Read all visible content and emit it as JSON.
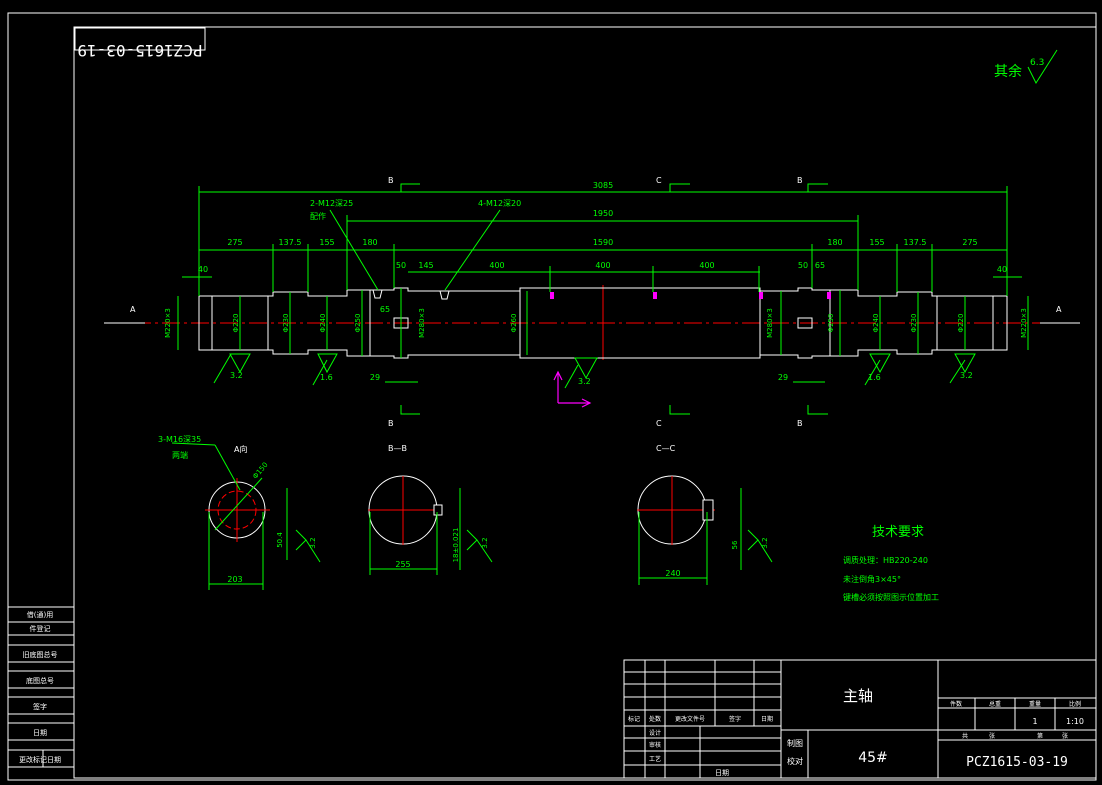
{
  "drawing_number": "PCZ1615-03-19",
  "drawing_number_mirrored": "PCZ1615-03-19",
  "surface_finish_note": {
    "label": "其余",
    "value": "6.3"
  },
  "dimensions": {
    "overall": "3085",
    "inner_1950": "1950",
    "inner_1590": "1590",
    "left_segments": [
      "275",
      "137.5",
      "155",
      "180"
    ],
    "right_segments": [
      "180",
      "155",
      "137.5",
      "275"
    ],
    "small": {
      "d40": "40",
      "d50": "50",
      "d145": "145",
      "d65": "65",
      "d29": "29"
    },
    "spacing": [
      "400",
      "400",
      "400"
    ]
  },
  "diameters": {
    "left_end": "M220×3",
    "d220": "Φ220",
    "d230": "Φ230",
    "d240": "Φ240",
    "d250": "Φ250",
    "m280_left": "M280×3",
    "d260": "Φ260",
    "m280_right": "M280×3",
    "d250_r": "Φ250",
    "d240_r": "Φ240",
    "d230_r": "Φ230",
    "d220_r": "Φ220",
    "right_end": "M220×3"
  },
  "callouts": {
    "hole_a": "2-M12深25",
    "hole_a_sub": "配作",
    "hole_b": "4-M12深20",
    "hole_c": "3-M16深35",
    "hole_c_sub": "两端"
  },
  "section_labels": {
    "a": "A",
    "b": "B",
    "c": "C",
    "a_view": "A向",
    "bb": "B—B",
    "cc": "C—C"
  },
  "roughness": {
    "r32": "3.2",
    "r16": "1.6"
  },
  "sections": {
    "a_width": "203",
    "a_dia": "Φ150",
    "a_key": "50.4",
    "b_width": "255",
    "b_key": "18±0.021",
    "c_width": "240",
    "c_key": "56"
  },
  "tech_requirements": {
    "title": "技术要求",
    "lines": [
      "调质处理：HB220-240",
      "未注倒角3×45°",
      "键槽必须按照图示位置加工"
    ]
  },
  "title_block": {
    "part_name": "主轴",
    "material": "45#",
    "drawing_no": "PCZ1615-03-19",
    "scale": "1:10",
    "quantity": "1",
    "headers": [
      "标记",
      "处数",
      "更改文件号",
      "签字",
      "日期"
    ],
    "roles": [
      "设计",
      "审核",
      "工艺"
    ],
    "right_headers": [
      "件数",
      "总重",
      "重量",
      "比例"
    ],
    "right_bottom": [
      "共",
      "张",
      "第",
      "张"
    ],
    "draw_label": "制图",
    "check_label": "校对",
    "date_label": "日期"
  },
  "side_table": [
    "借(通)用",
    "件登记",
    "旧底图总号",
    "底图总号",
    "签字",
    "日期",
    "更改标记日期"
  ],
  "colors": {
    "background": "#000000",
    "outline": "#ffffff",
    "dimension": "#00ff00",
    "centerline": "#ff0000",
    "annotation": "#ff00ff"
  }
}
